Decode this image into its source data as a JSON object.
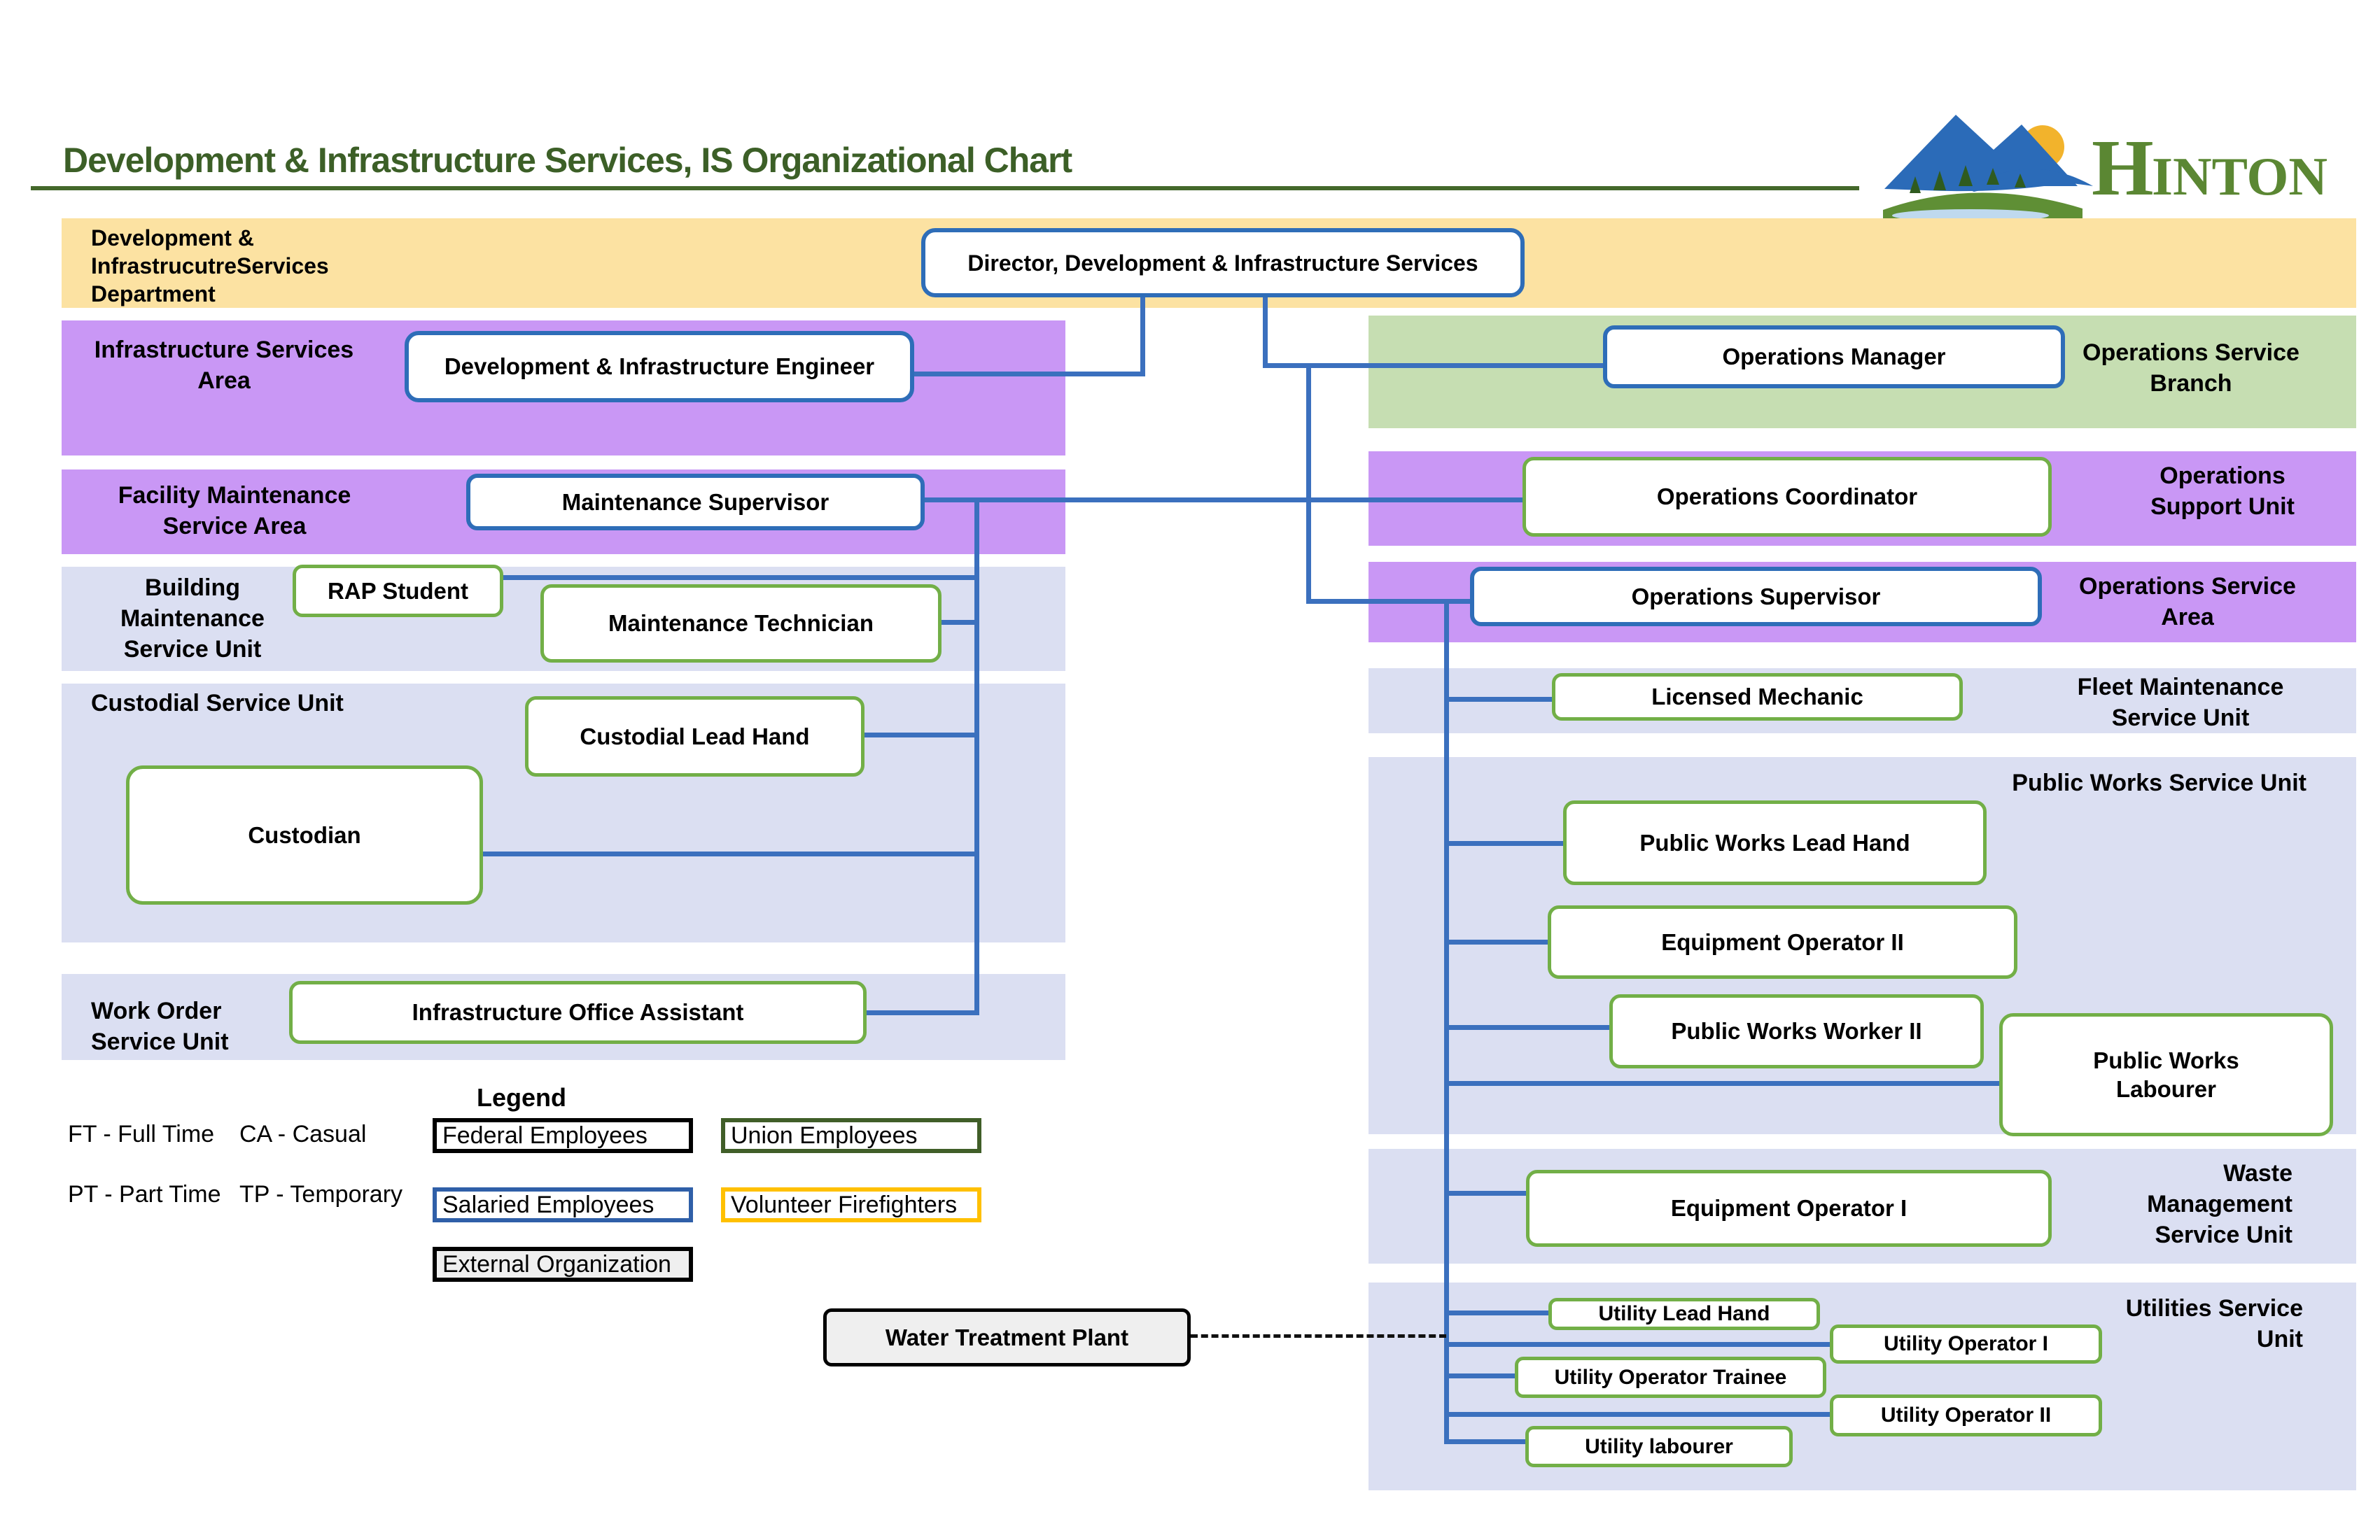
{
  "header": {
    "title": "Development & Infrastructure Services, IS Organizational Chart",
    "logo_h": "H",
    "logo_rest": "INTON"
  },
  "bands": {
    "department": {
      "label": "Development &\nInfrastrucutreServices\nDepartment"
    },
    "infrastructure_area": {
      "label": "Infrastructure Services\nArea"
    },
    "facility_area": {
      "label": "Facility Maintenance\nService Area"
    },
    "building_unit": {
      "label": "Building\nMaintenance\nService Unit"
    },
    "custodial_unit": {
      "label": "Custodial Service Unit"
    },
    "work_order_unit": {
      "label": "Work Order\nService Unit"
    },
    "ops_branch": {
      "label": "Operations Service\nBranch"
    },
    "ops_support": {
      "label": "Operations\nSupport Unit"
    },
    "ops_area": {
      "label": "Operations Service\nArea"
    },
    "fleet_unit": {
      "label": "Fleet Maintenance\nService Unit"
    },
    "public_works_unit": {
      "label": "Public Works Service Unit"
    },
    "waste_unit": {
      "label": "Waste\nManagement\nService Unit"
    },
    "utilities_unit": {
      "label": "Utilities Service\nUnit"
    }
  },
  "positions": {
    "director": "Director, Development & Infrastructure Services",
    "engineer": "Development & Infrastructure Engineer",
    "operations_manager": "Operations Manager",
    "maintenance_supervisor": "Maintenance Supervisor",
    "operations_coordinator": "Operations Coordinator",
    "operations_supervisor": "Operations Supervisor",
    "rap_student": "RAP Student",
    "maintenance_technician": "Maintenance Technician",
    "custodial_lead_hand": "Custodial Lead Hand",
    "custodian": "Custodian",
    "office_assistant": "Infrastructure Office Assistant",
    "licensed_mechanic": "Licensed Mechanic",
    "pw_lead_hand": "Public Works Lead Hand",
    "equipment_operator_2": "Equipment Operator II",
    "pw_worker_2": "Public Works Worker II",
    "pw_labourer": "Public Works\nLabourer",
    "equipment_operator_1": "Equipment Operator I",
    "utility_lead_hand": "Utility Lead Hand",
    "utility_operator_1": "Utility Operator I",
    "utility_operator_trainee": "Utility Operator Trainee",
    "utility_operator_2": "Utility Operator II",
    "utility_labourer": "Utility labourer",
    "water_treatment_plant": "Water Treatment Plant"
  },
  "legend": {
    "title": "Legend",
    "abbreviations": [
      {
        "text": "FT - Full Time"
      },
      {
        "text": "CA - Casual"
      },
      {
        "text": "PT - Part Time"
      },
      {
        "text": "TP - Temporary"
      }
    ],
    "categories": [
      {
        "label": "Federal Employees",
        "border": "#000000",
        "fill": "#ffffff"
      },
      {
        "label": "Union Employees",
        "border": "#405E28",
        "fill": "#ffffff"
      },
      {
        "label": "Salaried Employees",
        "border": "#2F5FA8",
        "fill": "#ffffff"
      },
      {
        "label": "Volunteer Firefighters",
        "border": "#FFC000",
        "fill": "#ffffff"
      },
      {
        "label": "External Organization",
        "border": "#000000",
        "fill": "#EFEFEF"
      }
    ]
  },
  "colors": {
    "title-green": "#3C5F27",
    "underline-green": "#44682B",
    "band-yellow": "#FCE2A2",
    "band-purple": "#C997F5",
    "band-green": "#C6DEB2",
    "band-lavender": "#DBDFF2",
    "line-blue": "#3B70BE",
    "salaried-border": "#2E6DB8",
    "union-border": "#72AF47",
    "external-fill": "#EFEFEF",
    "logo-blue": "#2B6BB8",
    "logo-green": "#5F8F35",
    "logo-text-green": "#5B8733",
    "logo-sun": "#F2B32C",
    "logo-water": "#BFD9EE",
    "logo-tree": "#2F5B1F"
  }
}
